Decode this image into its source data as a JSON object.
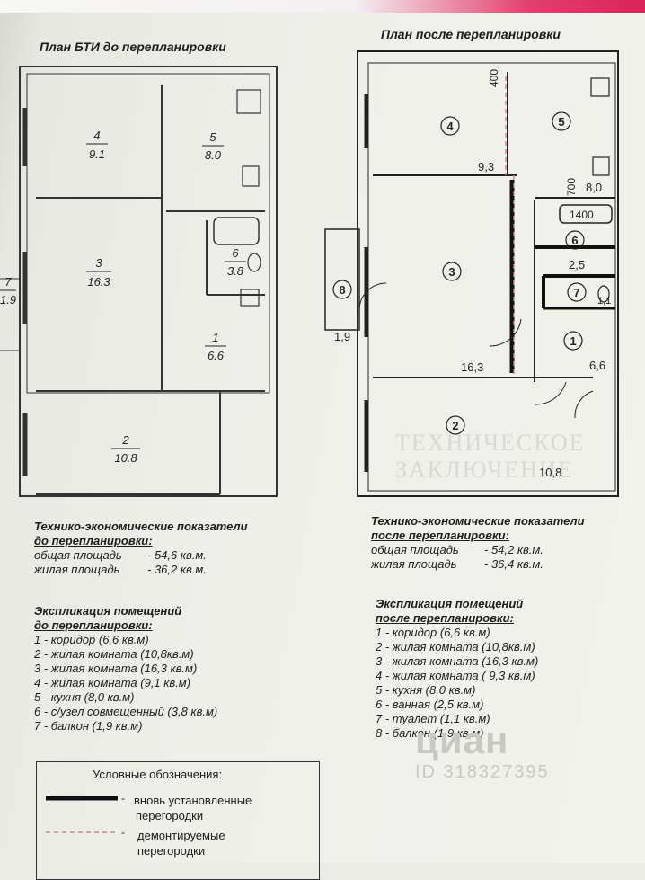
{
  "plan_before": {
    "title": "План БТИ до перепланировки",
    "rooms": [
      {
        "num": "4",
        "area": "9.1"
      },
      {
        "num": "5",
        "area": "8.0"
      },
      {
        "num": "3",
        "area": "16.3"
      },
      {
        "num": "6",
        "area": "3.8"
      },
      {
        "num": "1",
        "area": "6.6"
      },
      {
        "num": "2",
        "area": "10.8"
      },
      {
        "num": "7",
        "area": "1.9"
      }
    ]
  },
  "plan_after": {
    "title": "План после перепланировки",
    "rooms": [
      {
        "num": "4",
        "area": "9,3"
      },
      {
        "num": "5",
        "area": "8,0"
      },
      {
        "num": "6",
        "area": "2,5"
      },
      {
        "num": "7",
        "area": "1,1"
      },
      {
        "num": "8",
        "area": "1,9"
      },
      {
        "num": "3",
        "area": "16,3"
      },
      {
        "num": "1",
        "area": "6,6"
      },
      {
        "num": "2",
        "area": "10,8"
      }
    ],
    "dims": [
      "400",
      "700",
      "1400"
    ]
  },
  "indicators_before": {
    "heading1": "Технико-экономические показатели",
    "heading2": "до перепланировки:",
    "rows": [
      {
        "label": "общая площадь",
        "value": "- 54,6 кв.м."
      },
      {
        "label": "жилая площадь",
        "value": "- 36,2 кв.м."
      }
    ]
  },
  "indicators_after": {
    "heading1": "Технико-экономические показатели",
    "heading2": "после перепланировки:",
    "rows": [
      {
        "label": "общая площадь",
        "value": "- 54,2 кв.м."
      },
      {
        "label": "жилая площадь",
        "value": "- 36,4 кв.м."
      }
    ]
  },
  "explication_before": {
    "heading1": "Экспликация помещений",
    "heading2": "до перепланировки:",
    "items": [
      "1 - коридор (6,6 кв.м)",
      "2 - жилая комната    (10,8кв.м)",
      "3 - жилая комната    (16,3 кв.м)",
      "4 - жилая комната    (9,1 кв.м)",
      "5 - кухня    (8,0 кв.м)",
      "6 - с/узел совмещенный    (3,8 кв.м)",
      "7 - балкон    (1,9 кв.м)"
    ]
  },
  "explication_after": {
    "heading1": "Экспликация помещений",
    "heading2": "после перепланировки:",
    "items": [
      "1 - коридор (6,6 кв.м)",
      "2 - жилая комната    (10,8кв.м)",
      "3 - жилая комната    (16,3 кв.м)",
      "4 - жилая комната    ( 9,3 кв.м)",
      "5 - кухня    (8,0 кв.м)",
      "6 - ванная    (2,5 кв.м)",
      "7 - туалет    (1,1 кв.м)",
      "8 - балкон    (1,9 кв.м)"
    ]
  },
  "legend": {
    "title": "Условные обозначения:",
    "items": [
      {
        "symbol": "solid-bold-line",
        "text1": "вновь установленные",
        "text2": "перегородки"
      },
      {
        "symbol": "dashed-red-line",
        "text1": "демонтируемые",
        "text2": "перегородки"
      }
    ]
  },
  "watermark": {
    "brand": "циан",
    "id": "ID 318327395"
  },
  "background_text": "ТЕХНИЧЕСКОЕ ЗАКЛЮЧЕНИЕ",
  "colors": {
    "ink": "#1c1c1c",
    "dashed_partition": "#e07a8a",
    "accent_band": "#d8245a"
  }
}
